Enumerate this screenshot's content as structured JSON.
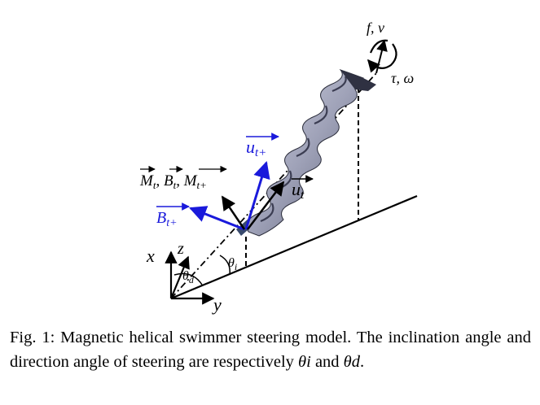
{
  "figure": {
    "labels": {
      "f_v": "f, v",
      "tau_omega": "τ, ω",
      "u_tplus": "u",
      "u_tplus_sub": "t+",
      "u_t": "u",
      "u_t_sub": "t",
      "mbm_M": "M",
      "mbm_M_sub": "t",
      "mbm_B": "B",
      "mbm_B_sub": "t",
      "mbm_M2": "M",
      "mbm_M2_sub": "t+",
      "b_tplus": "B",
      "b_tplus_sub": "t+",
      "axis_x": "x",
      "axis_y": "y",
      "axis_z": "z",
      "theta_d": "θ",
      "theta_d_sub": "d",
      "theta_i": "θ",
      "theta_i_sub": "i"
    },
    "colors": {
      "blue_vector": "#1a1adb",
      "black": "#000000",
      "helix": "#a4a6b8"
    }
  },
  "caption": {
    "text": "Fig. 1: Magnetic helical swimmer steering model. The inclination angle and direction angle of steering are respectively",
    "theta_i": "θi",
    "and": "and",
    "theta_d": "θd",
    "end": "."
  }
}
